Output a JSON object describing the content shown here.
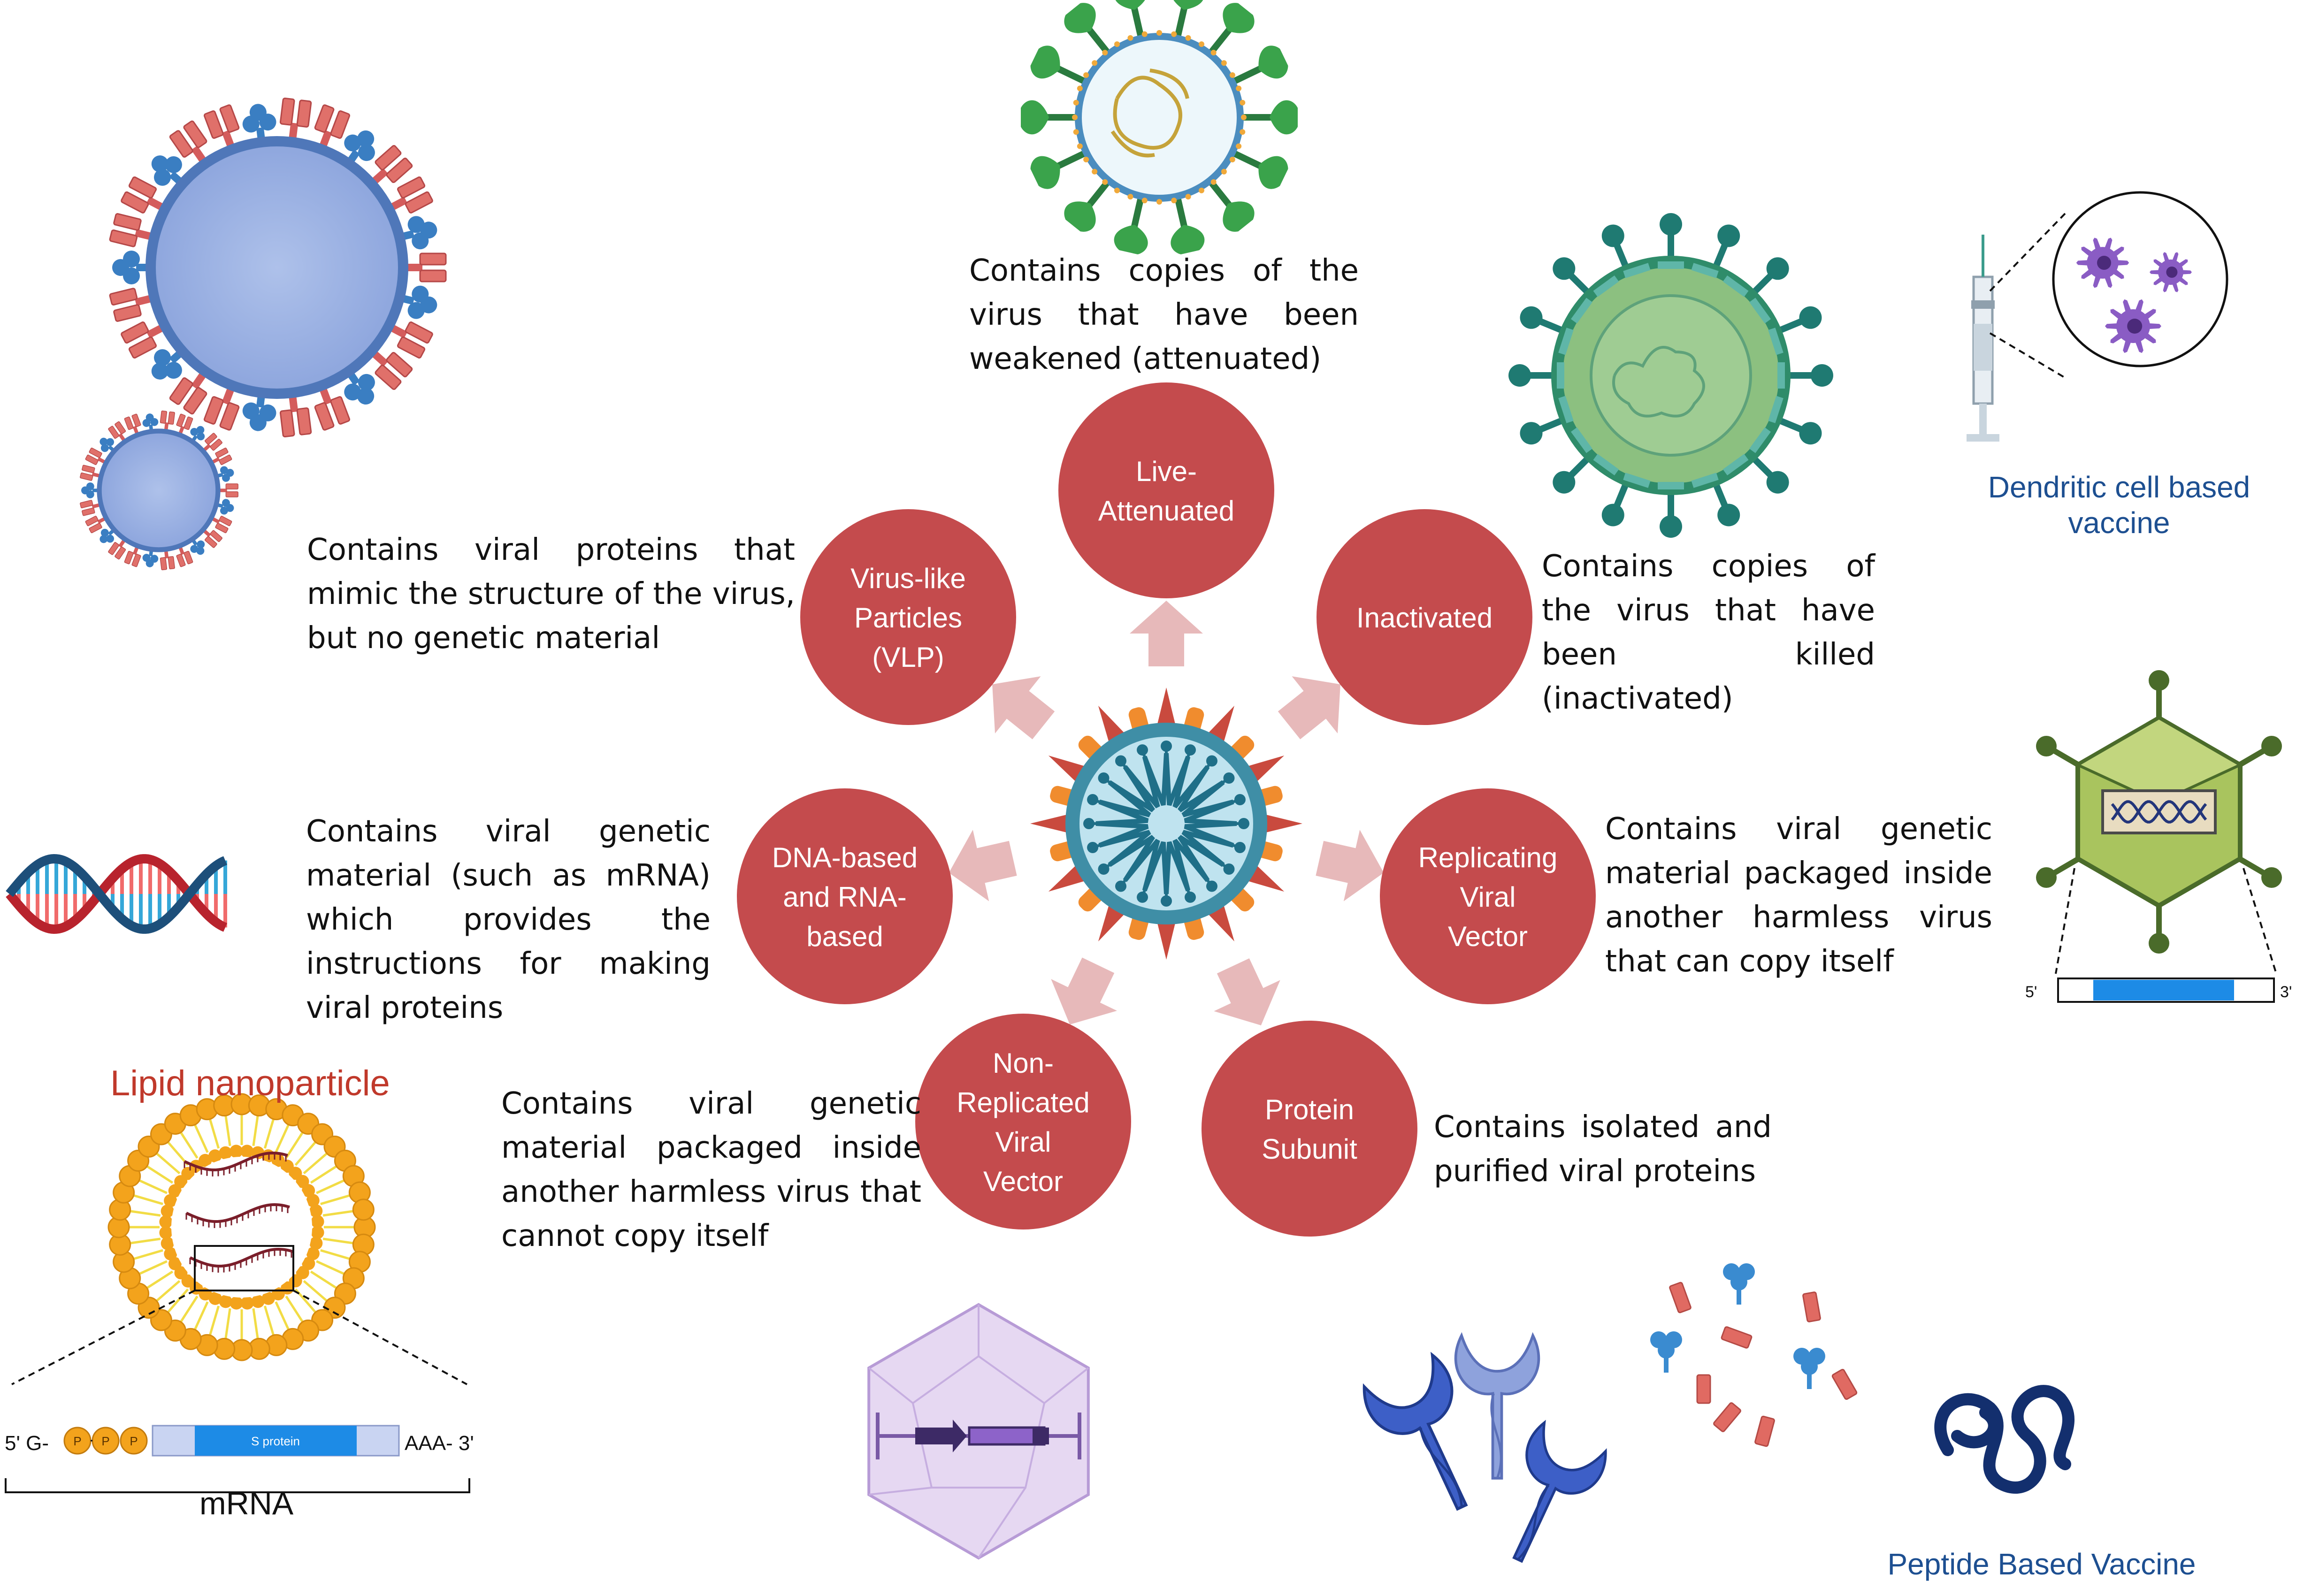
{
  "center": {
    "label": ""
  },
  "nodes": [
    {
      "key": "live",
      "label": "Live-\nAttenuated",
      "description": "Contains copies of the virus that have been weakened (attenuated)"
    },
    {
      "key": "inactivated",
      "label": "Inactivated",
      "description": "Contains copies of the virus that have been killed (inactivated)"
    },
    {
      "key": "replicating",
      "label": "Replicating\nViral\nVector",
      "description": "Contains viral genetic material packaged inside another harmless virus that can copy itself"
    },
    {
      "key": "protein",
      "label": "Protein\nSubunit",
      "description": "Contains isolated and purified viral proteins"
    },
    {
      "key": "nonreplicating",
      "label": "Non-\nReplicated\nViral\nVector",
      "description": "Contains viral genetic material packaged inside another harmless virus that cannot copy itself"
    },
    {
      "key": "nucleic",
      "label": "DNA-based\nand RNA-\nbased",
      "description": "Contains viral genetic material (such as mRNA) which provides the instructions for making viral proteins"
    },
    {
      "key": "vlp",
      "label": "Virus-like\nParticles\n(VLP)",
      "description": "Contains viral proteins that mimic the structure of the virus, but no genetic material"
    }
  ],
  "labels": {
    "dendritic": "Dendritic cell based vaccine",
    "lipid": "Lipid nanoparticle",
    "peptide": "Peptide Based Vaccine",
    "mrna": "mRNA",
    "mrna_5": "5' G-",
    "mrna_p": "P",
    "mrna_s": "S protein",
    "mrna_aaa": "AAA- 3'",
    "vector_5": "5'",
    "vector_3": "3'"
  },
  "colors": {
    "node_fill": "#c44b4d",
    "arrow_fill": "#e7b9ba",
    "text": "#111111",
    "label_blue": "#1d4f91",
    "label_red": "#c0392b"
  },
  "icons": [
    "virus-particle-icon",
    "vlp-icon",
    "dna-helix-icon",
    "dendritic-cell-icon",
    "adenovirus-vector-icon",
    "protein-fragments-icon",
    "peptide-icon",
    "lipid-nanoparticle-icon",
    "aav-capsid-icon"
  ]
}
